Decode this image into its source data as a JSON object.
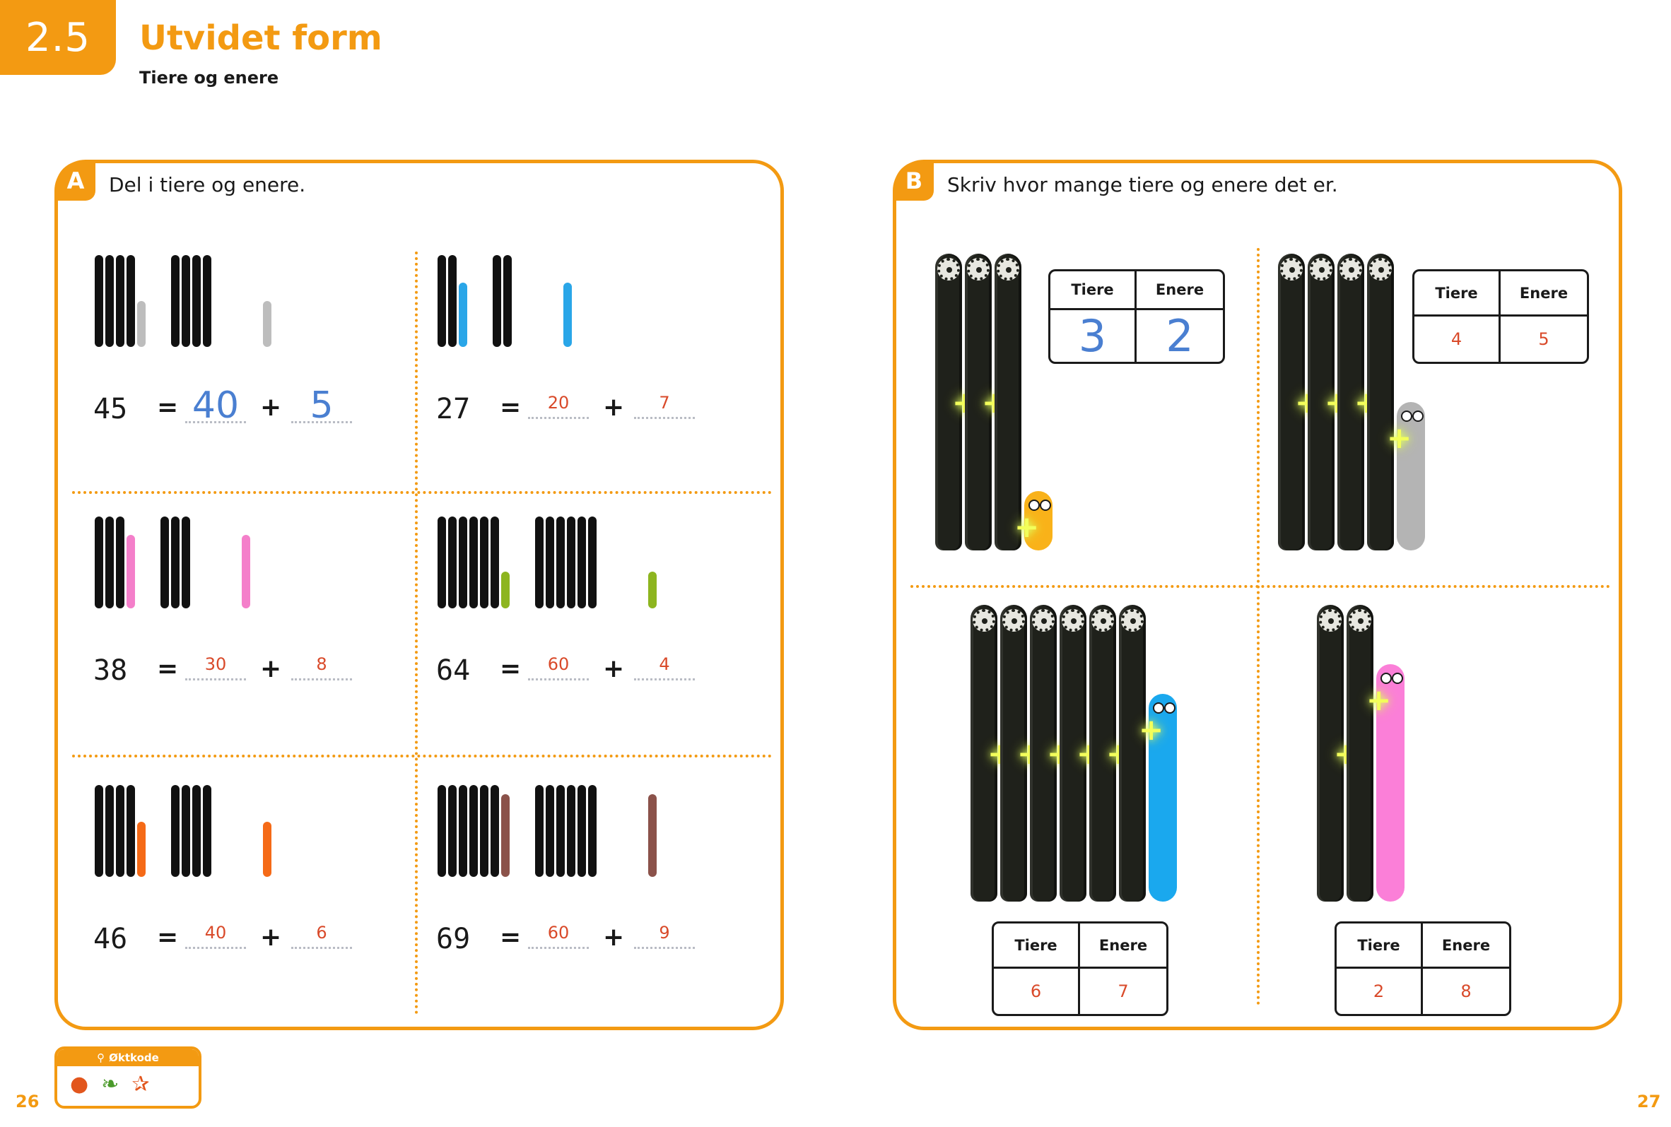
{
  "header": {
    "chapter_number": "2.5",
    "title": "Utvidet form",
    "subtitle": "Tiere og enere"
  },
  "panel_a": {
    "letter": "A",
    "instruction": "Del i tiere og enere.",
    "exercises": [
      {
        "number": "45",
        "eq": "=",
        "plus": "+",
        "tens": "40",
        "ones": "5",
        "ones_color": "#bdbdbd"
      },
      {
        "number": "27",
        "eq": "=",
        "plus": "+",
        "tens": "20",
        "ones": "7",
        "ones_color": "#2aa6e8"
      },
      {
        "number": "38",
        "eq": "=",
        "plus": "+",
        "tens": "30",
        "ones": "8",
        "ones_color": "#f47fca"
      },
      {
        "number": "64",
        "eq": "=",
        "plus": "+",
        "tens": "60",
        "ones": "4",
        "ones_color": "#8db51f"
      },
      {
        "number": "46",
        "eq": "=",
        "plus": "+",
        "tens": "40",
        "ones": "6",
        "ones_color": "#f56a17"
      },
      {
        "number": "69",
        "eq": "=",
        "plus": "+",
        "tens": "60",
        "ones": "9",
        "ones_color": "#8b524a"
      }
    ]
  },
  "panel_b": {
    "letter": "B",
    "instruction": "Skriv hvor mange tiere og enere det er.",
    "tables": [
      {
        "tiere_label": "Tiere",
        "enere_label": "Enere",
        "tiere": "3",
        "enere": "2",
        "worm_color": "#f9b21a"
      },
      {
        "tiere_label": "Tiere",
        "enere_label": "Enere",
        "tiere": "4",
        "enere": "5",
        "worm_color": "#b4b4b4"
      },
      {
        "tiere_label": "Tiere",
        "enere_label": "Enere",
        "tiere": "6",
        "enere": "7",
        "worm_color": "#1aa8ee"
      },
      {
        "tiere_label": "Tiere",
        "enere_label": "Enere",
        "tiere": "2",
        "enere": "8",
        "worm_color": "#fb7fd8"
      }
    ]
  },
  "footer": {
    "code_label": "Øktkode",
    "icons": [
      "basketball-icon",
      "leaf-icon",
      "bird-icon"
    ],
    "page_left": "26",
    "page_right": "27"
  },
  "colors": {
    "accent": "#f39a12",
    "answer_handwritten": "#4a7fd1",
    "answer_printed": "#d94a2a"
  }
}
